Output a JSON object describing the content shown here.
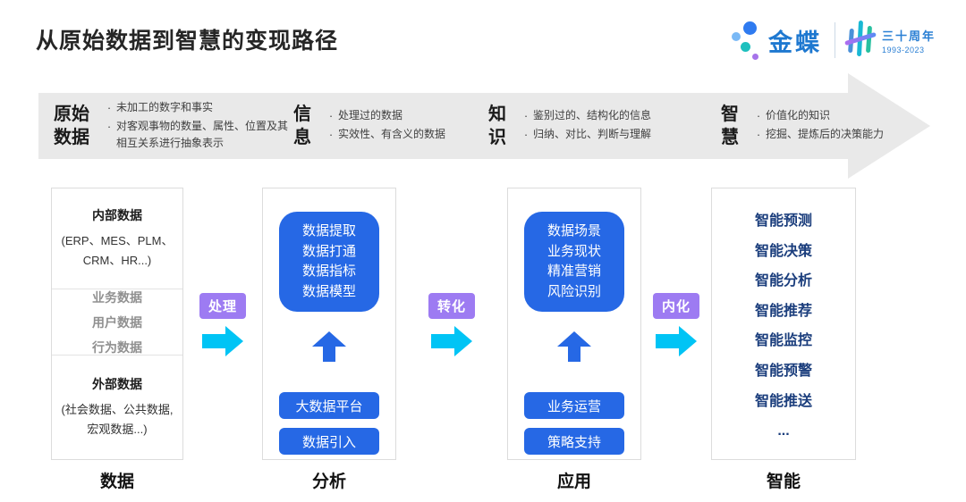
{
  "page": {
    "title": "从原始数据到智慧的变现路径"
  },
  "logo": {
    "brand": "金蝶",
    "anniversary": "三十周年",
    "years": "1993-2023"
  },
  "banner": {
    "stages": [
      {
        "label_lines": [
          "原始",
          "数据"
        ],
        "bullets": [
          "未加工的数字和事实",
          "对客观事物的数量、属性、位置及其相互关系进行抽象表示"
        ]
      },
      {
        "label_lines": [
          "信",
          "息"
        ],
        "bullets": [
          "处理过的数据",
          "实效性、有含义的数据"
        ]
      },
      {
        "label_lines": [
          "知",
          "识"
        ],
        "bullets": [
          "鉴别过的、结构化的信息",
          "归纳、对比、判断与理解"
        ]
      },
      {
        "label_lines": [
          "智",
          "慧"
        ],
        "bullets": [
          "价值化的知识",
          "挖掘、提炼后的决策能力"
        ]
      }
    ]
  },
  "columns": [
    {
      "name": "数据",
      "sections": {
        "internal_title": "内部数据",
        "internal_sub": "(ERP、MES、PLM、CRM、HR...)",
        "middle_items": [
          "业务数据",
          "用户数据",
          "行为数据"
        ],
        "external_title": "外部数据",
        "external_sub": "(社会数据、公共数据, 宏观数据...)"
      }
    },
    {
      "name": "分析",
      "bubble": [
        "数据提取",
        "数据打通",
        "数据指标",
        "数据模型"
      ],
      "buttons": [
        "大数据平台",
        "数据引入"
      ]
    },
    {
      "name": "应用",
      "bubble": [
        "数据场景",
        "业务现状",
        "精准营销",
        "风险识别"
      ],
      "buttons": [
        "业务运营",
        "策略支持"
      ]
    },
    {
      "name": "智能",
      "items": [
        "智能预测",
        "智能决策",
        "智能分析",
        "智能推荐",
        "智能监控",
        "智能预警",
        "智能推送",
        "..."
      ]
    }
  ],
  "flow_arrows": [
    {
      "label": "处理"
    },
    {
      "label": "转化"
    },
    {
      "label": "内化"
    }
  ],
  "colors": {
    "accent_blue": "#2668e5",
    "navy_text": "#1a3d7c",
    "cyan_arrow": "#00c4f5",
    "purple_label": "#9d7bf2",
    "banner_gray": "#e9e9e9",
    "brand_blue": "#1e78d0"
  }
}
